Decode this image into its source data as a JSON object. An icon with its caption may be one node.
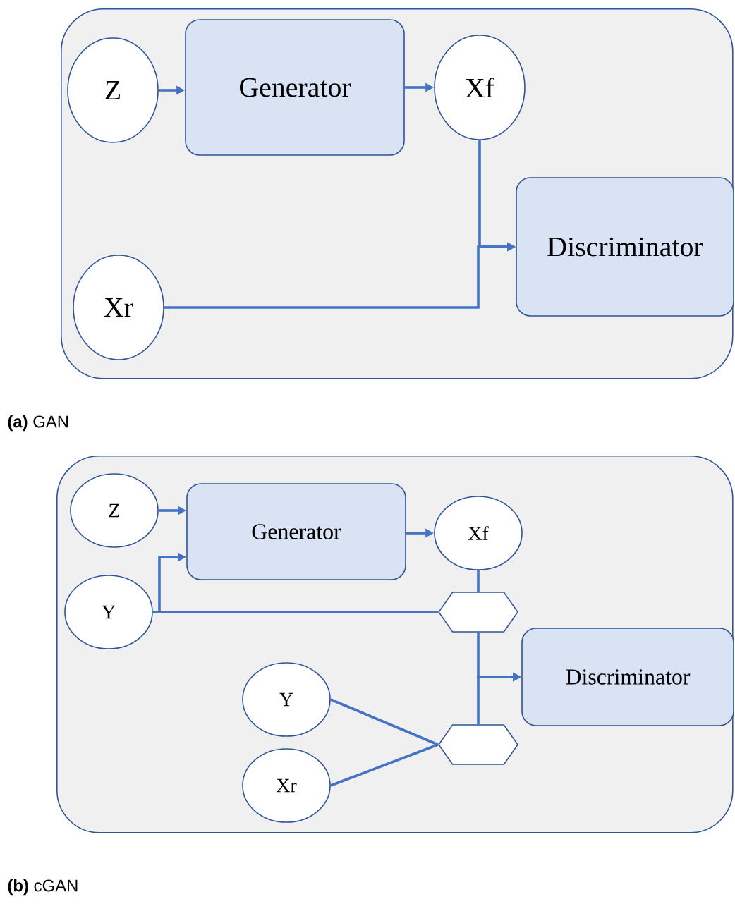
{
  "diagram": {
    "nodes": [
      {
        "text": [],
        "shape": "box",
        "beside": [
          "**(a)** GAN"
        ]
      },
      {
        "text": [
          "Z"
        ],
        "in": 0
      },
      {
        "text": [
          "Generator"
        ],
        "in": 0
      },
      {
        "text": [
          "Xf"
        ],
        "in": 0
      },
      {
        "text": [
          "Xr"
        ],
        "in": 0
      },
      {
        "text": [
          "Discriminator"
        ],
        "in": 0
      },
      {
        "text": [],
        "shape": "box",
        "beside": [
          "**(b)** cGAN"
        ]
      },
      {
        "text": [
          "Z"
        ],
        "in": 6
      },
      {
        "text": [
          "Generator"
        ],
        "in": 6
      },
      {
        "text": [
          "Xf"
        ],
        "in": 6
      },
      {
        "text": [
          "Y"
        ],
        "in": 6
      },
      {
        "text": [],
        "shape": "hexagon",
        "in": 6
      },
      {
        "text": [
          "Discriminator"
        ],
        "in": 6
      },
      {
        "text": [
          "Y"
        ],
        "in": 6
      },
      {
        "text": [
          "Xr"
        ],
        "in": 6
      },
      {
        "text": [],
        "shape": "hexagon",
        "in": 6
      }
    ],
    "edges": [
      {
        "from": 1,
        "to": 2,
        "arrow": "to"
      },
      {
        "from": 2,
        "to": 3,
        "arrow": "to"
      },
      {
        "from": 3,
        "to": 5,
        "arrow": "to"
      },
      {
        "from": 4,
        "to": 5,
        "arrow": "to"
      },
      {
        "from": 7,
        "to": 8,
        "arrow": "to"
      },
      {
        "from": 10,
        "to": 8,
        "arrow": "to"
      },
      {
        "from": 8,
        "to": 9,
        "arrow": "to"
      },
      {
        "from": 9,
        "to": 11,
        "arrow": "none"
      },
      {
        "from": 10,
        "to": 11,
        "arrow": "none"
      },
      {
        "from": 11,
        "to": 12,
        "arrow": "to"
      },
      {
        "from": 15,
        "to": 12,
        "arrow": "to"
      },
      {
        "from": 13,
        "to": 15,
        "arrow": "none"
      },
      {
        "from": 14,
        "to": 15,
        "arrow": "none"
      }
    ]
  }
}
